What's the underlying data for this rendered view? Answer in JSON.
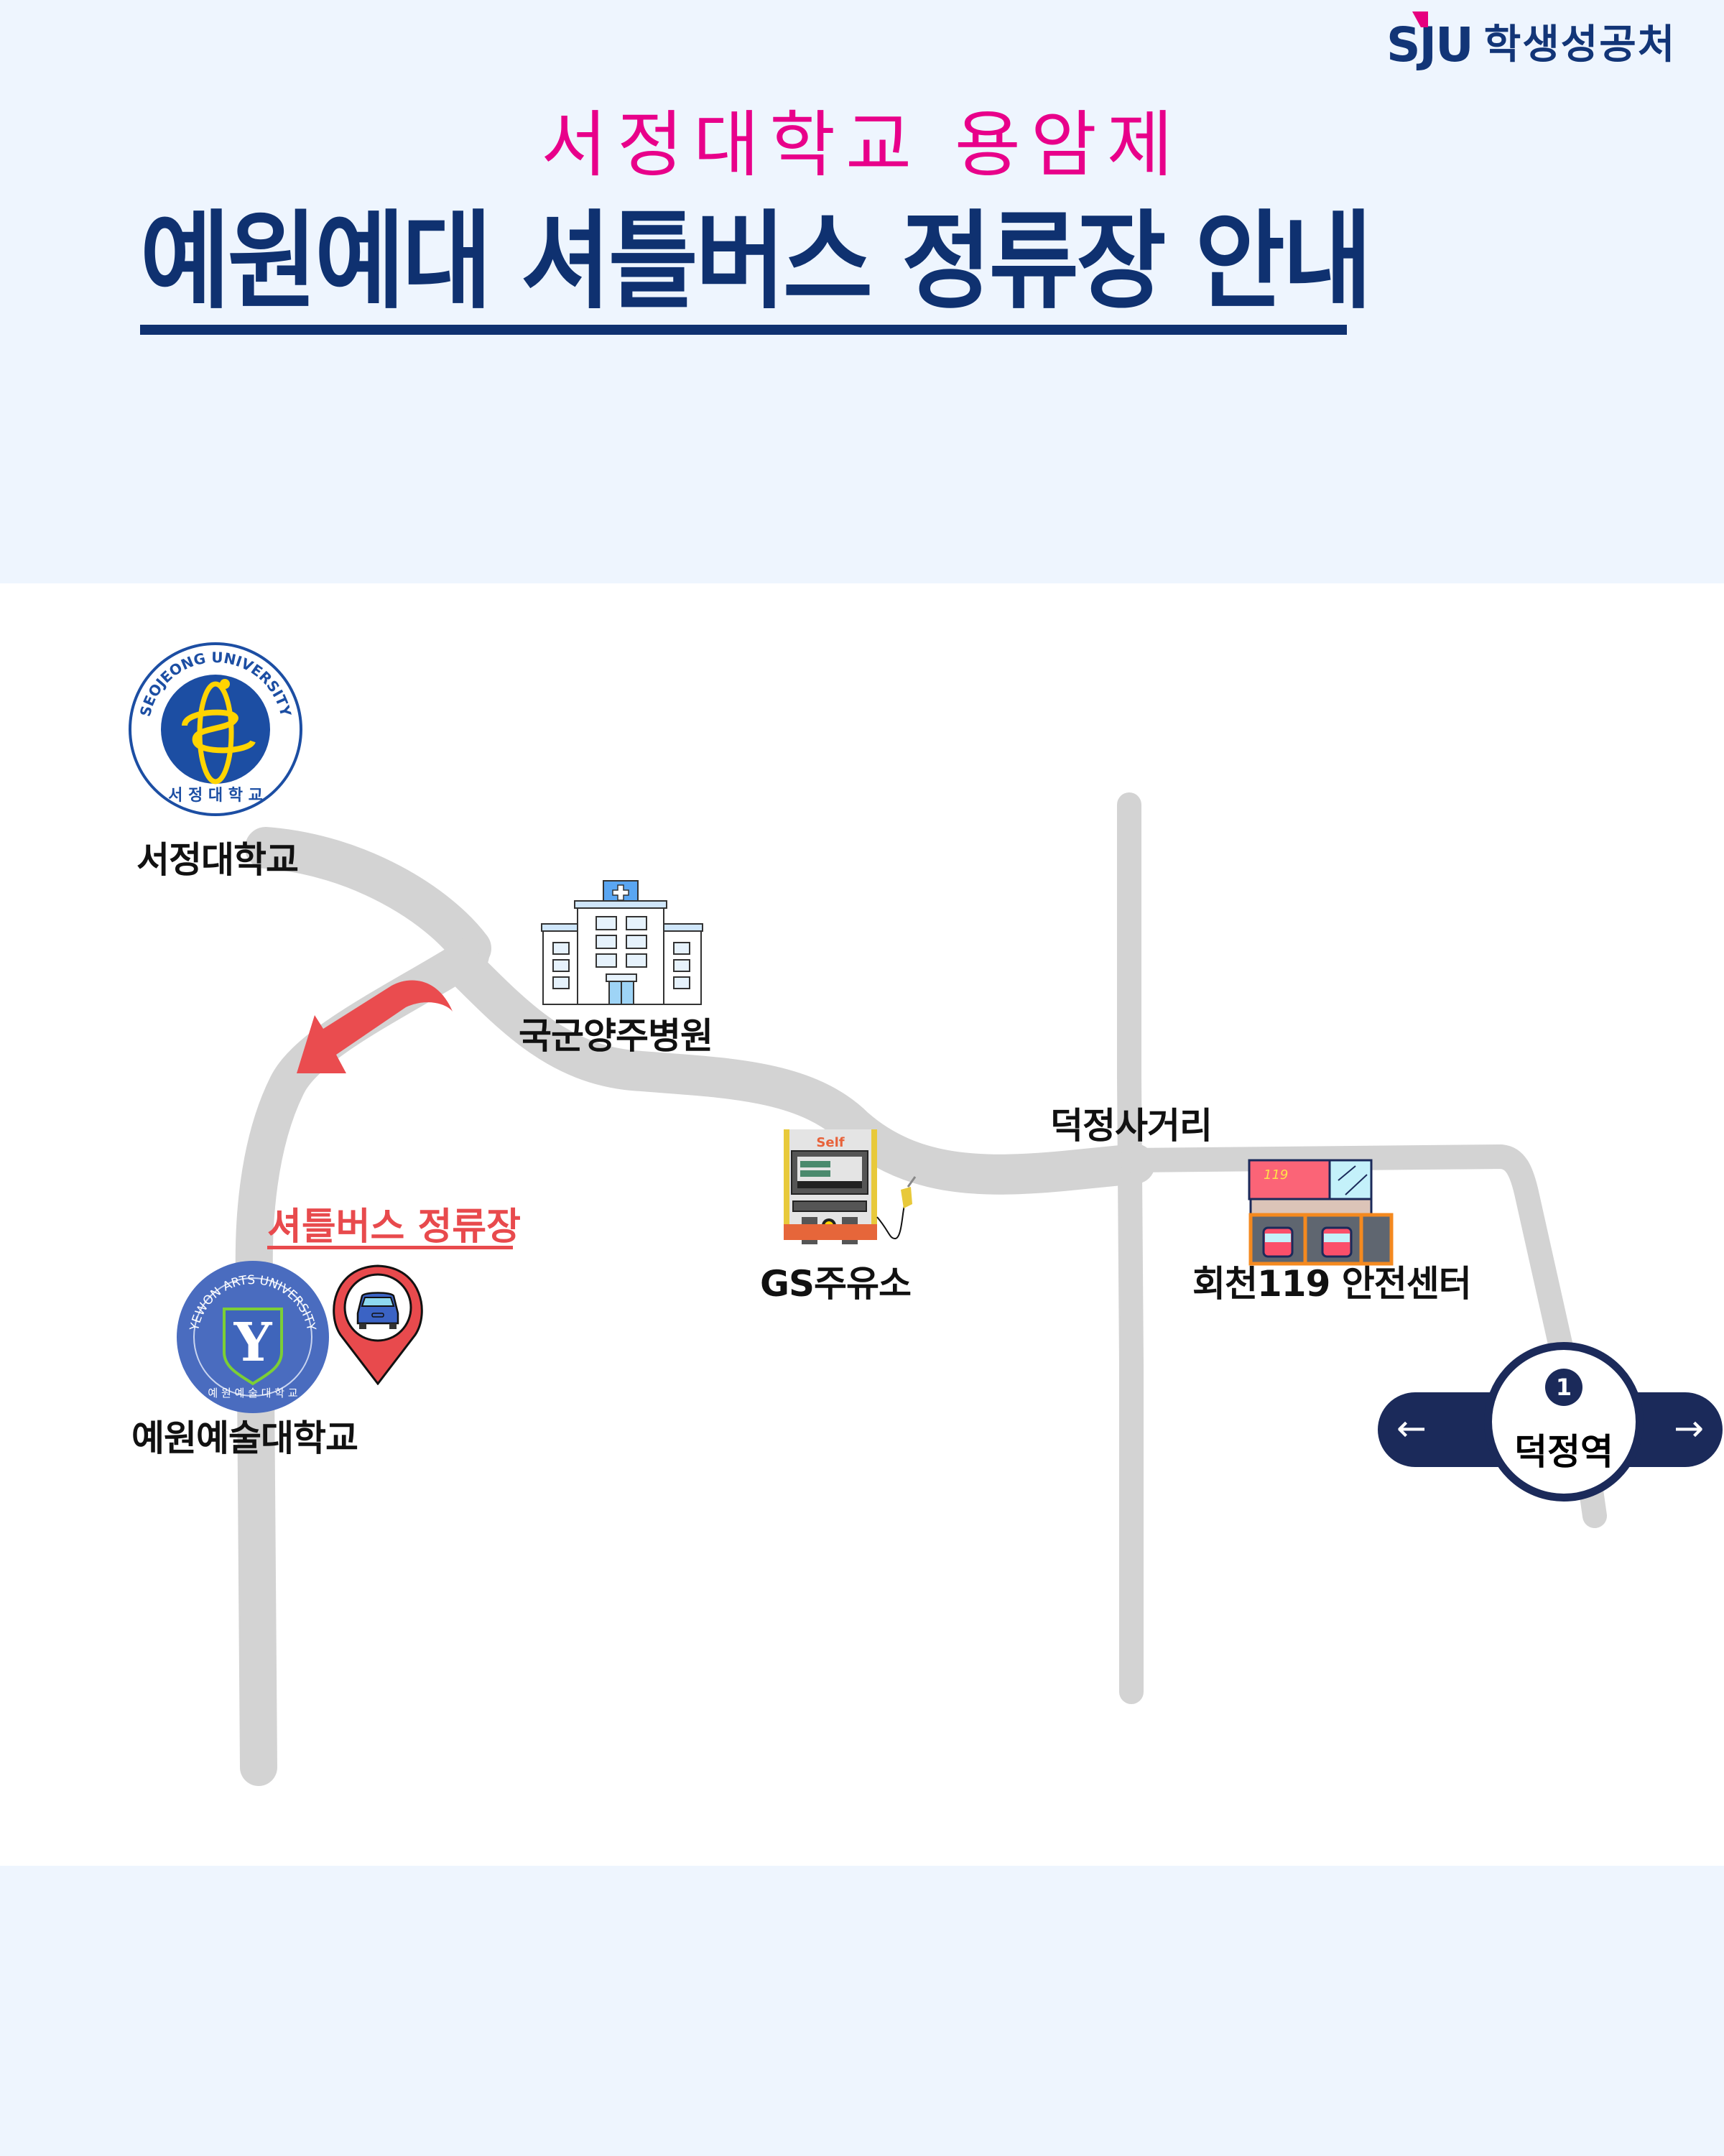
{
  "header": {
    "logo_mark": "SJU",
    "logo_text": "학생성공처",
    "subtitle": "서정대학교 용암제",
    "title": "예원예대 셔틀버스 정류장 안내"
  },
  "map": {
    "places": [
      {
        "id": "seojeong",
        "label": "서정대학교",
        "logo_text_top": "SEOJEONG UNIVERSITY",
        "logo_text_bottom": "서 정 대 학 교"
      },
      {
        "id": "hospital",
        "label": "국군양주병원"
      },
      {
        "id": "gas_station",
        "label": "GS주유소",
        "pump_sign": "Self"
      },
      {
        "id": "intersection",
        "label": "덕정사거리"
      },
      {
        "id": "fire_station",
        "label": "회천119 안전센터",
        "sign": "119"
      },
      {
        "id": "yewon",
        "label": "예원예술대학교",
        "logo_text_top": "YEWON ARTS UNIVERSITY",
        "logo_text_bottom": "예 원 예 술 대 학 교",
        "logo_letter": "Y"
      }
    ],
    "shuttle_stop": {
      "label": "셔틀버스 정류장"
    },
    "station": {
      "line_number": "1",
      "name": "덕정역",
      "left_arrow": "←",
      "right_arrow": "→"
    },
    "colors": {
      "road": "#d3d3d3",
      "route_arrow": "#ea4c4f",
      "station_navy": "#1b2a5a",
      "title_navy": "#0f3170",
      "subtitle_pink": "#e8008a",
      "page_bg": "#eef5fe"
    }
  }
}
